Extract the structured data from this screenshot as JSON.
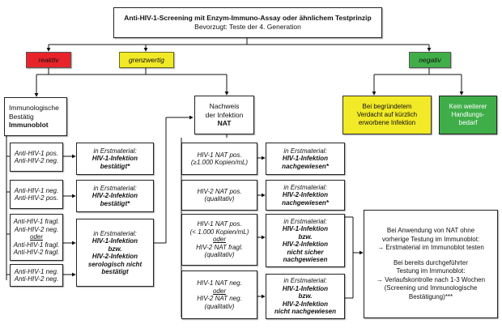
{
  "header": {
    "title": "Anti-HIV-1-Screening mit Enzym-Immuno-Assay oder ähnlichem Testprinzip",
    "subtitle": "Bevorzugt: Teste der 4. Generation"
  },
  "results": {
    "reactive": "reaktiv",
    "borderline": "grenzwertig",
    "negative": "negativ"
  },
  "immunoblot": {
    "line1": "Immunologische",
    "line2": "Bestätig",
    "line3": "Immunoblot"
  },
  "nat": {
    "line1": "Nachweis",
    "line2": "der Infektion",
    "line3": "NAT"
  },
  "neg_actions": {
    "suspicion": [
      "Bei begründetem",
      "Verdacht auf kürzlich",
      "erworbene Infektion"
    ],
    "no_action": [
      "Kein weiterer",
      "Handlungs-",
      "bedarf"
    ]
  },
  "blot_rows": [
    {
      "lines": [
        "Anti-HIV-1 pos.",
        "Anti-HIV-2 neg."
      ]
    },
    {
      "lines": [
        "Anti-HIV-1 neg.",
        "Anti-HIV-2 pos."
      ]
    },
    {
      "lines": [
        "Anti-HIV-1 fragl.",
        "Anti-HIV-2 neg.",
        "oder",
        "Anti-HIV-1 fragl.",
        "Anti-HIV-2 fragl."
      ]
    },
    {
      "lines": [
        "Anti-HIV-1 neg.",
        "Anti-HIV-2 neg."
      ]
    }
  ],
  "blot_results": [
    {
      "lines": [
        "in Erstmaterial:",
        "HIV-1-Infektion",
        "bestätigt*"
      ]
    },
    {
      "lines": [
        "in Erstmaterial:",
        "HIV-2-Infektion",
        "bestätigt*"
      ]
    },
    {
      "lines": [
        "in Erstmaterial:",
        "HIV-1-Infektion",
        "bzw.",
        "HIV-2-Infektion",
        "serologisch nicht",
        "bestätigt"
      ]
    }
  ],
  "nat_rows": [
    {
      "lines": [
        "HIV-1 NAT pos.",
        "(≥1.000 Kopien/mL)"
      ]
    },
    {
      "lines": [
        "HIV-2 NAT pos.",
        "(qualitativ)"
      ]
    },
    {
      "lines": [
        "HIV-1 NAT pos.",
        "(< 1.000 Kopien/mL)",
        "oder",
        "HIV-2 NAT fragl.",
        "(qualitativ)"
      ]
    },
    {
      "lines": [
        "HIV-1 NAT neg.",
        "oder",
        "HIV-2 NAT neg.",
        "(qualitativ)"
      ]
    }
  ],
  "nat_results": [
    {
      "lines": [
        "in Erstmaterial:",
        "HIV-1-Infektion",
        "nachgewiesen*"
      ]
    },
    {
      "lines": [
        "in Erstmaterial:",
        "HIV-2-Infektion",
        "nachgewiesen*"
      ]
    },
    {
      "lines": [
        "in Erstmaterial:",
        "HIV-1-Infektion",
        "bzw.",
        "HIV-2-Infektion",
        "nicht sicher",
        "nachgewiesen"
      ]
    },
    {
      "lines": [
        "in Erstmaterial:",
        "HIV-1-Infektion",
        "bzw.",
        "HIV-2-Infektion",
        "nicht nachgewiesen"
      ]
    }
  ],
  "followup": {
    "p1_l1": "Bei Anwendung von NAT ohne",
    "p1_l2": "vorherige Testung im Immunoblot:",
    "p1_l3": "→ Erstmaterial im Immunoblot testen",
    "p2_l1": "Bei bereits durchgeführter",
    "p2_l2": "Testung im Immunoblot:",
    "p2_l3": "→ Verlaufskontrolle nach 1-3 Wochen",
    "p2_l4": "(Screening und Immunologische",
    "p2_l5": "Bestätigung)***"
  },
  "colors": {
    "red": "#e8242a",
    "yellow": "#f2e927",
    "green": "#3fae49"
  }
}
